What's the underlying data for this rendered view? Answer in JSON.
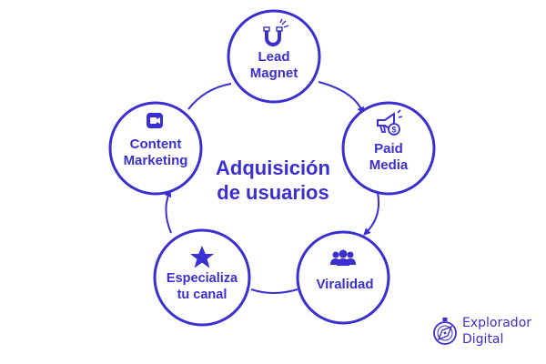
{
  "diagram": {
    "title_line1": "Adquisición",
    "title_line2": "de usuarios",
    "colors": {
      "accent": "#3a2fd0",
      "background": "#ffffff"
    },
    "nodes": [
      {
        "id": "lead",
        "line1": "Lead",
        "line2": "Magnet",
        "icon": "magnet-icon"
      },
      {
        "id": "paid",
        "line1": "Paid",
        "line2": "Media",
        "icon": "megaphone-dollar-icon"
      },
      {
        "id": "viral",
        "line1": "Viralidad",
        "line2": "",
        "icon": "group-people-icon"
      },
      {
        "id": "esp",
        "line1": "Especializa",
        "line2": "tu canal",
        "icon": "star-icon"
      },
      {
        "id": "content",
        "line1": "Content",
        "line2": "Marketing",
        "icon": "video-camera-icon"
      }
    ],
    "cycle_direction": "clockwise"
  },
  "brand": {
    "line1": "Explorador",
    "line2": "Digital",
    "icon": "compass-icon"
  }
}
